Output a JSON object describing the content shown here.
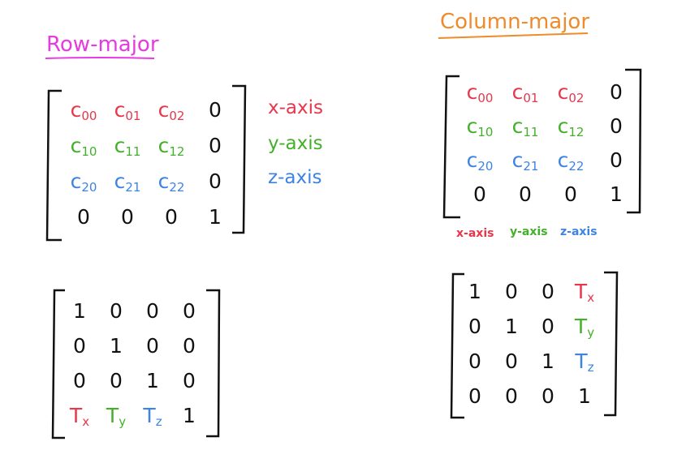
{
  "titles": {
    "row_major": "Row-major",
    "column_major": "Column-major"
  },
  "colors": {
    "row_title": "#e63be0",
    "col_title": "#f08a2a",
    "x_axis": "#e8364b",
    "y_axis": "#43b02a",
    "z_axis": "#3d83e3",
    "ink": "#111111"
  },
  "row_major_matrix": [
    [
      {
        "b": "c",
        "s": "00"
      },
      {
        "b": "c",
        "s": "01"
      },
      {
        "b": "c",
        "s": "02"
      },
      {
        "b": "0",
        "s": ""
      }
    ],
    [
      {
        "b": "c",
        "s": "10"
      },
      {
        "b": "c",
        "s": "11"
      },
      {
        "b": "c",
        "s": "12"
      },
      {
        "b": "0",
        "s": ""
      }
    ],
    [
      {
        "b": "c",
        "s": "20"
      },
      {
        "b": "c",
        "s": "21"
      },
      {
        "b": "c",
        "s": "22"
      },
      {
        "b": "0",
        "s": ""
      }
    ],
    [
      {
        "b": "0",
        "s": ""
      },
      {
        "b": "0",
        "s": ""
      },
      {
        "b": "0",
        "s": ""
      },
      {
        "b": "1",
        "s": ""
      }
    ]
  ],
  "row_major_axes": [
    "x-axis",
    "y-axis",
    "z-axis"
  ],
  "col_major_matrix": [
    [
      {
        "b": "c",
        "s": "00"
      },
      {
        "b": "c",
        "s": "01"
      },
      {
        "b": "c",
        "s": "02"
      },
      {
        "b": "0",
        "s": ""
      }
    ],
    [
      {
        "b": "c",
        "s": "10"
      },
      {
        "b": "c",
        "s": "11"
      },
      {
        "b": "c",
        "s": "12"
      },
      {
        "b": "0",
        "s": ""
      }
    ],
    [
      {
        "b": "c",
        "s": "20"
      },
      {
        "b": "c",
        "s": "21"
      },
      {
        "b": "c",
        "s": "22"
      },
      {
        "b": "0",
        "s": ""
      }
    ],
    [
      {
        "b": "0",
        "s": ""
      },
      {
        "b": "0",
        "s": ""
      },
      {
        "b": "0",
        "s": ""
      },
      {
        "b": "1",
        "s": ""
      }
    ]
  ],
  "col_major_axes": [
    "x-axis",
    "y-axis",
    "z-axis"
  ],
  "row_translation_matrix": [
    [
      {
        "b": "1",
        "s": ""
      },
      {
        "b": "0",
        "s": ""
      },
      {
        "b": "0",
        "s": ""
      },
      {
        "b": "0",
        "s": ""
      }
    ],
    [
      {
        "b": "0",
        "s": ""
      },
      {
        "b": "1",
        "s": ""
      },
      {
        "b": "0",
        "s": ""
      },
      {
        "b": "0",
        "s": ""
      }
    ],
    [
      {
        "b": "0",
        "s": ""
      },
      {
        "b": "0",
        "s": ""
      },
      {
        "b": "1",
        "s": ""
      },
      {
        "b": "0",
        "s": ""
      }
    ],
    [
      {
        "b": "T",
        "s": "x"
      },
      {
        "b": "T",
        "s": "y"
      },
      {
        "b": "T",
        "s": "z"
      },
      {
        "b": "1",
        "s": ""
      }
    ]
  ],
  "col_translation_matrix": [
    [
      {
        "b": "1",
        "s": ""
      },
      {
        "b": "0",
        "s": ""
      },
      {
        "b": "0",
        "s": ""
      },
      {
        "b": "T",
        "s": "x"
      }
    ],
    [
      {
        "b": "0",
        "s": ""
      },
      {
        "b": "1",
        "s": ""
      },
      {
        "b": "0",
        "s": ""
      },
      {
        "b": "T",
        "s": "y"
      }
    ],
    [
      {
        "b": "0",
        "s": ""
      },
      {
        "b": "0",
        "s": ""
      },
      {
        "b": "1",
        "s": ""
      },
      {
        "b": "T",
        "s": "z"
      }
    ],
    [
      {
        "b": "0",
        "s": ""
      },
      {
        "b": "0",
        "s": ""
      },
      {
        "b": "0",
        "s": ""
      },
      {
        "b": "1",
        "s": ""
      }
    ]
  ]
}
